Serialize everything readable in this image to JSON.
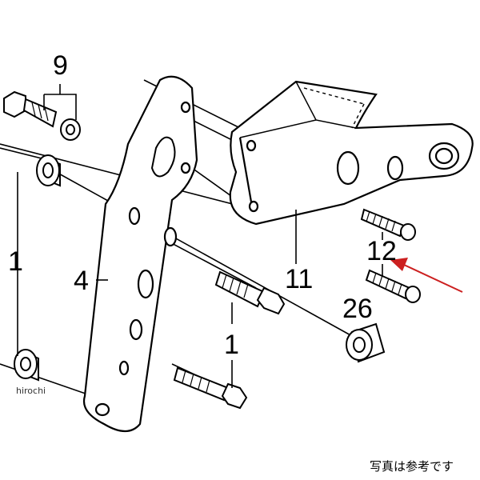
{
  "diagram": {
    "callouts": {
      "c9": "9",
      "c1_left": "1",
      "c4": "4",
      "c11": "11",
      "c12": "12",
      "c26": "26",
      "c1_center": "1"
    },
    "watermark": "hirochi",
    "caption": "写真は参考です",
    "colors": {
      "line": "#000000",
      "arrow": "#cc2020",
      "background": "#ffffff"
    }
  }
}
